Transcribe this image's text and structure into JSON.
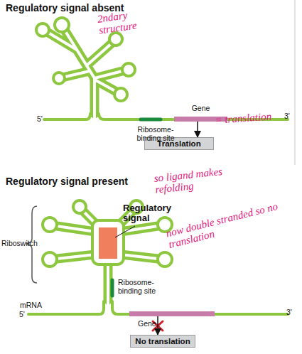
{
  "diagram": {
    "nodes": [
      {
        "text": [
          "Gene"
        ]
      },
      {
        "text": [
          "Translation"
        ]
      },
      {
        "text": [
          "Gene"
        ]
      },
      {
        "text": [
          "No translation"
        ]
      }
    ],
    "edges": [
      {
        "from": 0,
        "to": 1,
        "arrow": "to"
      },
      {
        "from": 2,
        "to": 3,
        "arrow": "to"
      }
    ],
    "labels": [
      "Regulatory signal absent",
      "2ndary structure",
      "Ribosome-binding site",
      "5'",
      "3'",
      "= translation",
      "Regulatory signal present",
      "so ligand makes refolding",
      "Regulatory signal",
      "Riboswitch",
      "Ribosome-binding site",
      "mRNA",
      "5'",
      "3'",
      "now double stranded so no translation"
    ]
  }
}
